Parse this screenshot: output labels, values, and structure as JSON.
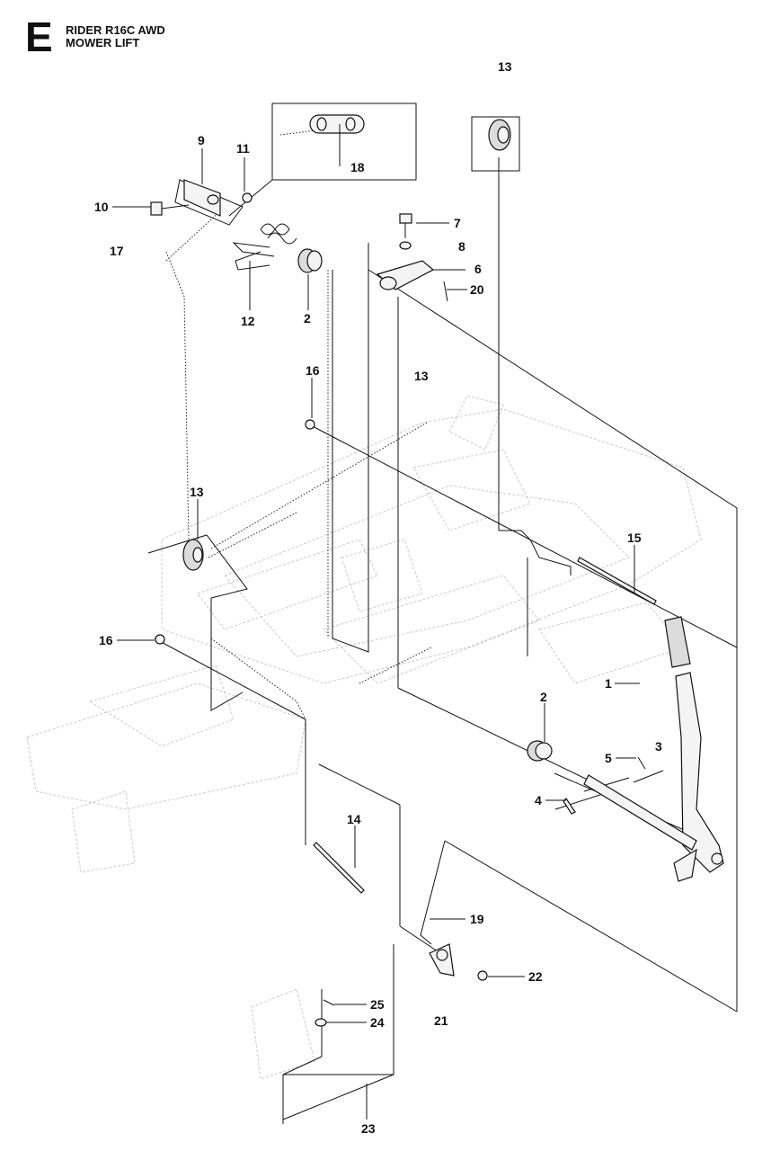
{
  "header": {
    "section_letter": "E",
    "title_line1": "RIDER R16C AWD",
    "title_line2": "MOWER LIFT"
  },
  "callouts": [
    {
      "id": "c13a",
      "text": "13"
    },
    {
      "id": "c9",
      "text": "9"
    },
    {
      "id": "c11",
      "text": "11"
    },
    {
      "id": "c18",
      "text": "18"
    },
    {
      "id": "c10",
      "text": "10"
    },
    {
      "id": "c7",
      "text": "7"
    },
    {
      "id": "c8",
      "text": "8"
    },
    {
      "id": "c17",
      "text": "17"
    },
    {
      "id": "c6",
      "text": "6"
    },
    {
      "id": "c20",
      "text": "20"
    },
    {
      "id": "c12",
      "text": "12"
    },
    {
      "id": "c2a",
      "text": "2"
    },
    {
      "id": "c16a",
      "text": "16"
    },
    {
      "id": "c13b",
      "text": "13"
    },
    {
      "id": "c13c",
      "text": "13"
    },
    {
      "id": "c15",
      "text": "15"
    },
    {
      "id": "c16b",
      "text": "16"
    },
    {
      "id": "c1",
      "text": "1"
    },
    {
      "id": "c2b",
      "text": "2"
    },
    {
      "id": "c5",
      "text": "5"
    },
    {
      "id": "c3",
      "text": "3"
    },
    {
      "id": "c4",
      "text": "4"
    },
    {
      "id": "c14",
      "text": "14"
    },
    {
      "id": "c19",
      "text": "19"
    },
    {
      "id": "c22",
      "text": "22"
    },
    {
      "id": "c25",
      "text": "25"
    },
    {
      "id": "c24",
      "text": "24"
    },
    {
      "id": "c21",
      "text": "21"
    },
    {
      "id": "c23",
      "text": "23"
    }
  ],
  "icons": {
    "spring": "spring-icon",
    "bushing": "bushing-icon",
    "wheel": "roller-wheel-icon",
    "bolt": "bolt-icon",
    "lever": "lift-lever-icon",
    "chain": "chain-icon"
  }
}
